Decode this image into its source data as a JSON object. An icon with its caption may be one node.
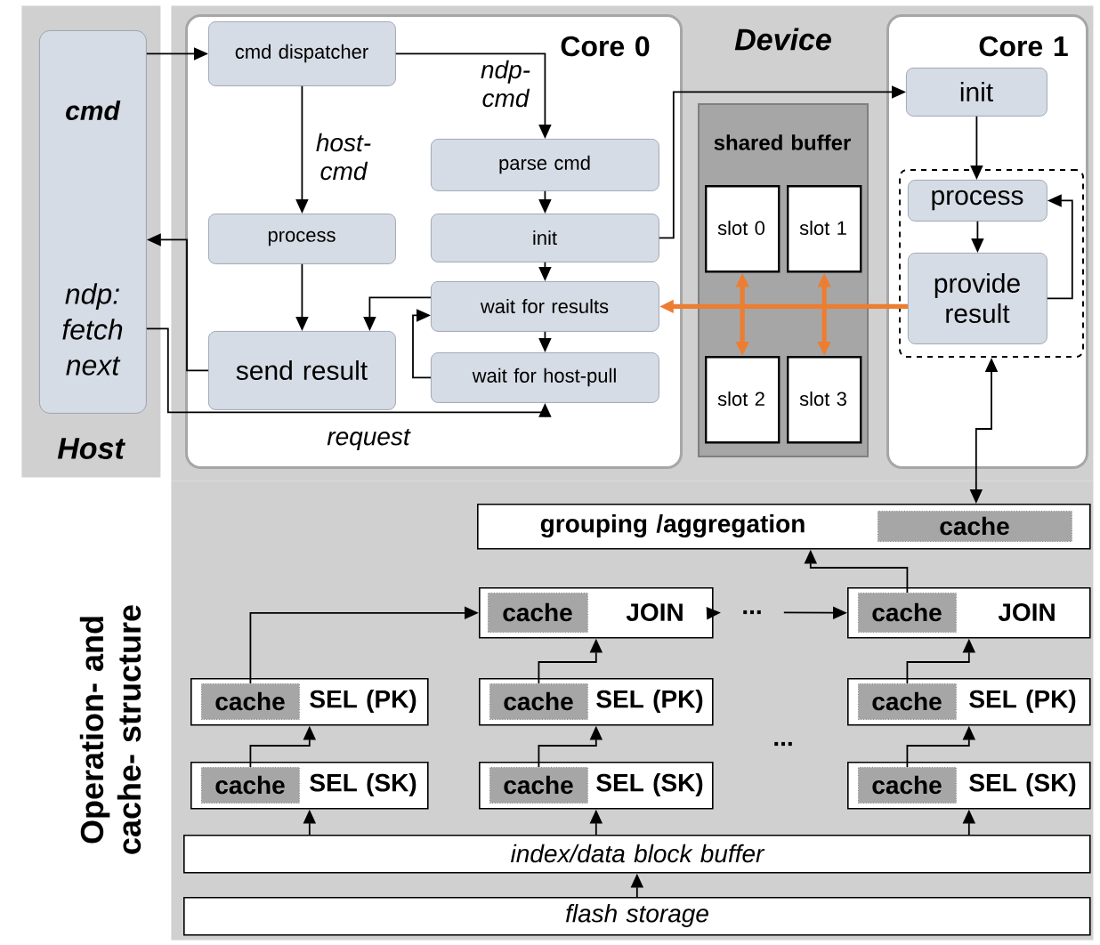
{
  "diagram": {
    "nodes": [
      {
        "text": [
          "Host"
        ]
      },
      {
        "text": [
          "cmd",
          "ndp: fetch next"
        ],
        "in": 0
      },
      {
        "text": [
          "Device"
        ]
      },
      {
        "text": [
          "Core 0"
        ],
        "in": 2
      },
      {
        "text": [
          "cmd dispatcher"
        ],
        "in": 3
      },
      {
        "text": [
          "process"
        ],
        "in": 3
      },
      {
        "text": [
          "send result"
        ],
        "in": 3
      },
      {
        "text": [
          "parse cmd"
        ],
        "in": 3
      },
      {
        "text": [
          "init"
        ],
        "in": 3
      },
      {
        "text": [
          "wait for results"
        ],
        "in": 3
      },
      {
        "text": [
          "wait for host-pull"
        ],
        "in": 3
      },
      {
        "text": [
          "shared buffer"
        ],
        "in": 2
      },
      {
        "text": [
          "slot 0"
        ],
        "in": 11
      },
      {
        "text": [
          "slot 1"
        ],
        "in": 11
      },
      {
        "text": [
          "slot 2"
        ],
        "in": 11
      },
      {
        "text": [
          "slot 3"
        ],
        "in": 11
      },
      {
        "text": [
          "Core 1"
        ],
        "in": 2
      },
      {
        "text": [
          "init"
        ],
        "in": 16
      },
      {
        "text": [],
        "shape": "box",
        "in": 16
      },
      {
        "text": [
          "process"
        ],
        "in": 18
      },
      {
        "text": [
          "provide result"
        ],
        "in": 18
      },
      {
        "text": [
          "Operation- and cache- structure"
        ]
      },
      {
        "text": [
          "grouping /aggregation"
        ],
        "in": 21
      },
      {
        "text": [
          "cache"
        ],
        "in": 22
      },
      {
        "text": [
          "JOIN"
        ],
        "in": 21
      },
      {
        "text": [
          "cache"
        ],
        "in": 24
      },
      {
        "text": [
          "..."
        ],
        "in": 21
      },
      {
        "text": [
          "JOIN"
        ],
        "in": 21
      },
      {
        "text": [
          "cache"
        ],
        "in": 27
      },
      {
        "text": [
          "SEL (PK)"
        ],
        "in": 21
      },
      {
        "text": [
          "cache"
        ],
        "in": 29
      },
      {
        "text": [
          "SEL (PK)"
        ],
        "in": 21
      },
      {
        "text": [
          "cache"
        ],
        "in": 31
      },
      {
        "text": [
          "SEL (PK)"
        ],
        "in": 21
      },
      {
        "text": [
          "cache"
        ],
        "in": 33
      },
      {
        "text": [
          "SEL (SK)"
        ],
        "in": 21
      },
      {
        "text": [
          "cache"
        ],
        "in": 35
      },
      {
        "text": [
          "SEL (SK)"
        ],
        "in": 21
      },
      {
        "text": [
          "cache"
        ],
        "in": 37
      },
      {
        "text": [
          "SEL (SK)"
        ],
        "in": 21
      },
      {
        "text": [
          "cache"
        ],
        "in": 39
      },
      {
        "text": [
          "index/data block buffer"
        ],
        "in": 21
      },
      {
        "text": [
          "flash storage"
        ],
        "in": 21
      }
    ],
    "edges": [
      {
        "from": 1,
        "to": 4,
        "arrow": "to"
      },
      {
        "from": 4,
        "to": 5,
        "arrow": "to",
        "label": "host-cmd"
      },
      {
        "from": 4,
        "to": 7,
        "arrow": "to",
        "label": "ndp-cmd"
      },
      {
        "from": 7,
        "to": 8,
        "arrow": "to"
      },
      {
        "from": 8,
        "to": 9,
        "arrow": "to"
      },
      {
        "from": 9,
        "to": 10,
        "arrow": "to"
      },
      {
        "from": 10,
        "to": 9,
        "arrow": "to"
      },
      {
        "from": 9,
        "to": 6,
        "arrow": "to"
      },
      {
        "from": 5,
        "to": 6,
        "arrow": "to"
      },
      {
        "from": 6,
        "to": 1,
        "arrow": "to"
      },
      {
        "from": 1,
        "to": 10,
        "arrow": "to",
        "label": "request"
      },
      {
        "from": 8,
        "to": 17,
        "arrow": "to"
      },
      {
        "from": 17,
        "to": 19,
        "arrow": "to"
      },
      {
        "from": 19,
        "to": 20,
        "arrow": "to"
      },
      {
        "from": 20,
        "to": 19,
        "arrow": "to"
      },
      {
        "from": 20,
        "to": 9,
        "arrow": "to",
        "style": "thick",
        "color": "#ed7d31"
      },
      {
        "from": 12,
        "to": 14,
        "arrow": "both",
        "style": "thick",
        "color": "#ed7d31"
      },
      {
        "from": 13,
        "to": 15,
        "arrow": "both",
        "style": "thick",
        "color": "#ed7d31"
      },
      {
        "from": 18,
        "to": 22,
        "arrow": "both"
      },
      {
        "from": 28,
        "to": 22,
        "arrow": "to"
      },
      {
        "from": 24,
        "to": 26,
        "arrow": "to"
      },
      {
        "from": 26,
        "to": 27,
        "arrow": "to"
      },
      {
        "from": 30,
        "to": 24,
        "arrow": "to"
      },
      {
        "from": 32,
        "to": 24,
        "arrow": "to"
      },
      {
        "from": 34,
        "to": 27,
        "arrow": "to"
      },
      {
        "from": 36,
        "to": 29,
        "arrow": "to"
      },
      {
        "from": 38,
        "to": 31,
        "arrow": "to"
      },
      {
        "from": 40,
        "to": 33,
        "arrow": "to"
      },
      {
        "from": 41,
        "to": 35,
        "arrow": "to"
      },
      {
        "from": 41,
        "to": 37,
        "arrow": "to"
      },
      {
        "from": 41,
        "to": 39,
        "arrow": "to"
      },
      {
        "from": 42,
        "to": 41,
        "arrow": "to"
      }
    ],
    "labels": [
      "..."
    ]
  }
}
